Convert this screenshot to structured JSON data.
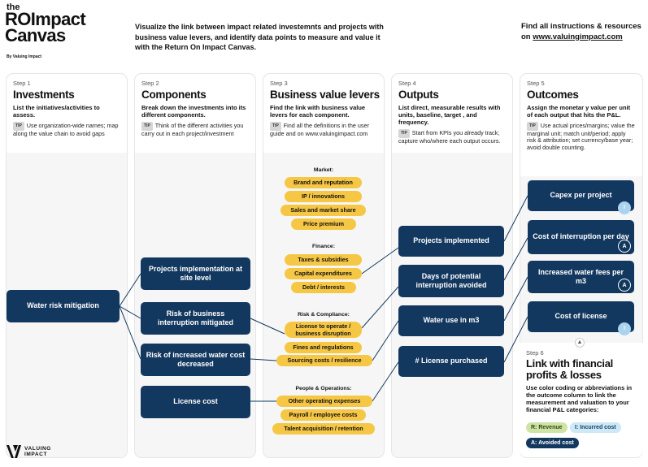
{
  "header": {
    "logo_the": "the",
    "logo_line1": "ROImpact",
    "logo_line2": "Canvas",
    "logo_by": "By Valuing Impact",
    "intro": "Visualize the link between impact related investemnts and projects with business value levers, and identify data points to measure and value it with the Return On Impact Canvas.",
    "resources_line1": "Find all instructions & resources",
    "resources_on": "on ",
    "resources_url": "www.valuingimpact.com"
  },
  "tip_label": "TIP",
  "columns": [
    {
      "step": "Step 1",
      "title": "Investments",
      "desc": "List the initiatives/activities to assess.",
      "tip": "Use organization-wide names; map along the value chain to avoid gaps"
    },
    {
      "step": "Step 2",
      "title": "Components",
      "desc": "Break down the investments into its different components.",
      "tip": "Think of the different activities you carry out in each project/investment"
    },
    {
      "step": "Step 3",
      "title": "Business value levers",
      "desc": "Find the link with business value levers for each component.",
      "tip": "Find all the definitions in the user guide and on www.valuingimpact.com"
    },
    {
      "step": "Step 4",
      "title": "Outputs",
      "desc": "List direct, measurable results with units, baseline, target , and frequency.",
      "tip": "Start from KPIs you already track; capture who/where each output occurs."
    },
    {
      "step": "Step 5",
      "title": "Outcomes",
      "desc": "Assign the monetar y value per unit of each output that hits the P&L.",
      "tip": "Use actual prices/margins; value the marginal unit; match unit/period; apply risk & attribution; set currency/base year; avoid double counting."
    }
  ],
  "investments": [
    "Water risk mitigation"
  ],
  "components": [
    "Projects implementation at site level",
    "Risk of business interruption mitigated",
    "Risk of increased water cost decreased",
    "License cost"
  ],
  "levers": [
    {
      "category": "Market:",
      "items": [
        "Brand and reputation",
        "IP / innovations",
        "Sales and market share",
        "Price premium"
      ]
    },
    {
      "category": "Finance:",
      "items": [
        "Taxes & subsidies",
        "Capital expenditures",
        "Debt / interests"
      ]
    },
    {
      "category": "Risk & Compliance:",
      "items": [
        "License to operate / business disruption",
        "Fines and regulations",
        "Sourcing costs / resilience"
      ]
    },
    {
      "category": "People & Operations:",
      "items": [
        "Other operating expenses",
        "Payroll / employee costs",
        "Talent acquisition / retention"
      ]
    }
  ],
  "outputs": [
    "Projects implemented",
    "Days of potential interruption avoided",
    "Water use in m3",
    "# License purchased"
  ],
  "outcomes": [
    {
      "label": "Capex  per project",
      "badge": "I"
    },
    {
      "label": "Cost of interruption per day",
      "badge": "A"
    },
    {
      "label": "Increased water fees per m3",
      "badge": "A"
    },
    {
      "label": "Cost of license",
      "badge": "I"
    }
  ],
  "step6": {
    "step": "Step 6",
    "title": "Link with financial profits & losses",
    "desc": "Use color coding or abbreviations in the outcome column to link the measurement and valuation to your financial P&L categories:",
    "legend": [
      "R: Revenue",
      "I: Incurred cost",
      "A: Avoided cost"
    ]
  },
  "footer": {
    "line1": "VALUING",
    "line2": "IMPACT"
  },
  "colors": {
    "navy": "#13385f",
    "yellow": "#f6c745",
    "revenue": "#cfe3a6",
    "incurred": "#cde8f7",
    "avoided": "#13385f",
    "line": "#13385f"
  }
}
